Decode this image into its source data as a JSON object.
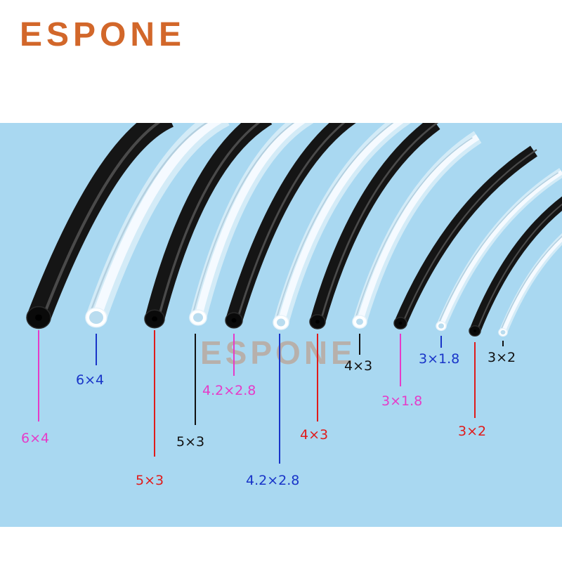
{
  "brand": {
    "name": "ESPONE",
    "color": "#d2672a"
  },
  "watermark": {
    "text": "ESPONE"
  },
  "colors": {
    "background": "#a9d8f1",
    "black_tube": "#151515",
    "clear_tube": "#e9f4fb",
    "magenta": "#e63ac8",
    "blue": "#1834c8",
    "black": "#111111",
    "red": "#e01a1a"
  },
  "tubes": [
    {
      "material": "black",
      "size": "6×4",
      "label_color": "magenta"
    },
    {
      "material": "clear",
      "size": "6×4",
      "label_color": "blue"
    },
    {
      "material": "black",
      "size": "5×3",
      "label_color": "red"
    },
    {
      "material": "clear",
      "size": "5×3",
      "label_color": "black"
    },
    {
      "material": "black",
      "size": "4.2×2.8",
      "label_color": "magenta"
    },
    {
      "material": "clear",
      "size": "4.2×2.8",
      "label_color": "blue"
    },
    {
      "material": "black",
      "size": "4×3",
      "label_color": "red"
    },
    {
      "material": "clear",
      "size": "4×3",
      "label_color": "black"
    },
    {
      "material": "black",
      "size": "3×1.8",
      "label_color": "magenta"
    },
    {
      "material": "clear",
      "size": "3×1.8",
      "label_color": "blue"
    },
    {
      "material": "black",
      "size": "3×2",
      "label_color": "red"
    },
    {
      "material": "clear",
      "size": "3×2",
      "label_color": "black"
    }
  ]
}
